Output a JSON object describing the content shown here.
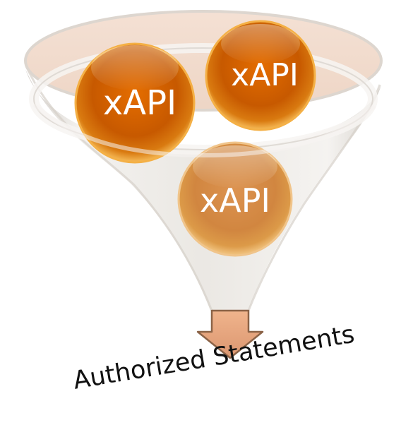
{
  "funnel": {
    "items": [
      {
        "label": "xAPI"
      },
      {
        "label": "xAPI"
      },
      {
        "label": "xAPI"
      }
    ]
  },
  "caption": {
    "text": "Authorized Statements"
  },
  "colors": {
    "ball_dark": "#c65a00",
    "ball_mid": "#e0801a",
    "ball_light": "#f6c26a",
    "ball_faded": "#d8954a",
    "funnel_fill": "#e8e6e2",
    "funnel_rim": "#efd8c8",
    "arrow_fill": "#e8a882",
    "arrow_stroke": "#8b6347"
  },
  "icons": {
    "arrow": "arrow-down-icon"
  }
}
